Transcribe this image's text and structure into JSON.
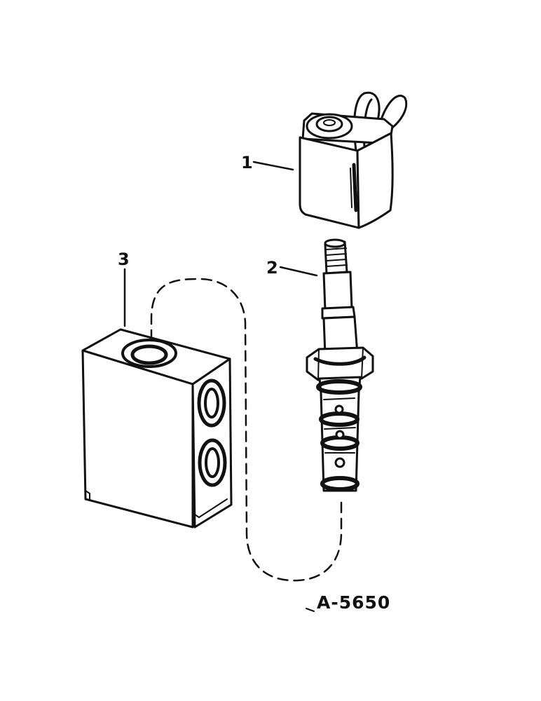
{
  "figure": {
    "figure_code": "A-5650",
    "callouts": [
      {
        "number": "1",
        "part": "solenoid-coil"
      },
      {
        "number": "2",
        "part": "valve-cartridge"
      },
      {
        "number": "3",
        "part": "valve-body"
      }
    ]
  }
}
